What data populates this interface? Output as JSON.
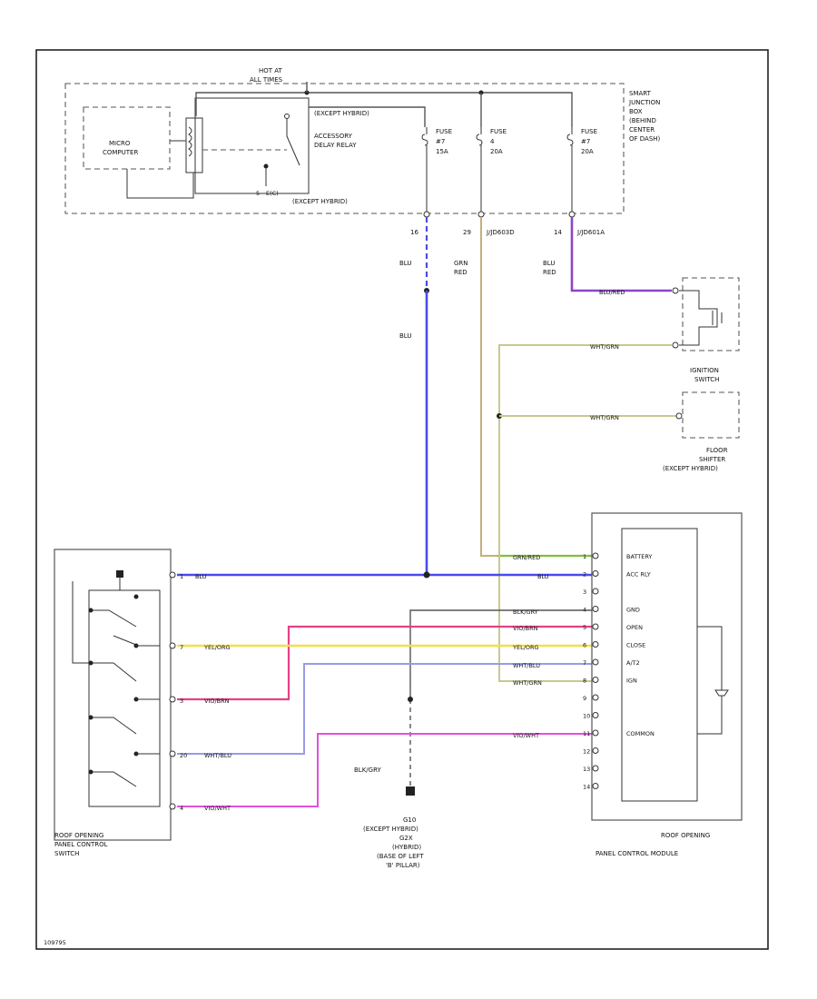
{
  "diagram_id": "109795",
  "junction_box": {
    "hot_label": "HOT AT",
    "hot_label_2": "ALL TIMES",
    "micro_computer": [
      "MICRO",
      "COMPUTER"
    ],
    "relay_label": [
      "ACCESSORY",
      "DELAY RELAY"
    ],
    "except_hybrid_top": "(EXCEPT HYBRID)",
    "except_hybrid_bottom": "(EXCEPT HYBRID)",
    "side_label": [
      "SMART",
      "JUNCTION",
      "BOX",
      "(BEHIND",
      "CENTER",
      "OF DASH)"
    ],
    "fuse_1": [
      "FUSE",
      "#7",
      "15A"
    ],
    "fuse_2": [
      "FUSE",
      "4",
      "20A"
    ],
    "fuse_3": [
      "FUSE",
      "#7",
      "20A"
    ],
    "pin_16": "16",
    "pin_29": "29",
    "pin_14": "14",
    "conn_1": "J/JD603D",
    "conn_2": "J/JD601A",
    "relay_pin_5": "5",
    "relay_pin_eq": "E(C)"
  },
  "wires": {
    "blu_1": "BLU",
    "blu_2": "BLU",
    "grn_red": [
      "GRN",
      "RED"
    ],
    "blu_red": [
      "BLU",
      "RED"
    ],
    "blu_red_2": "BLU/RED",
    "wht_grn_1": "WHT/GRN",
    "wht_grn_2": "WHT/GRN",
    "blk_gry": "BLK/GRY",
    "blk_gry_2": "BLK/GRY"
  },
  "ignition_switch": {
    "label": [
      "IGNITION",
      "SWITCH"
    ]
  },
  "floor_shifter": {
    "label": [
      "FLOOR",
      "SHIFTER",
      "(EXCEPT HYBRID)"
    ]
  },
  "ground": {
    "label": [
      "G10",
      "(EXCEPT HYBRID)",
      "G2X",
      "(HYBRID)",
      "(BASE OF LEFT",
      "'B' PILLAR)"
    ]
  },
  "switch_block": {
    "label": [
      "ROOF OPENING",
      "PANEL CONTROL",
      "SWITCH"
    ],
    "rows": [
      {
        "pin": "1",
        "color": "BLU"
      },
      {
        "pin": "7",
        "color": "YEL/ORG"
      },
      {
        "pin": "3",
        "color": "VIO/BRN"
      },
      {
        "pin": "20",
        "color": "WHT/BLU"
      },
      {
        "pin": "4",
        "color": "VIO/WHT"
      }
    ]
  },
  "module": {
    "label": [
      "ROOF OPENING",
      "PANEL CONTROL MODULE"
    ],
    "pins": [
      {
        "num": "1",
        "wire": "GRN/RED",
        "name": "BATTERY"
      },
      {
        "num": "2",
        "wire": "BLU",
        "name": "ACC RLY"
      },
      {
        "num": "3",
        "wire": "",
        "name": ""
      },
      {
        "num": "4",
        "wire": "BLK/GRY",
        "name": "GND"
      },
      {
        "num": "5",
        "wire": "VIO/BRN",
        "name": "OPEN"
      },
      {
        "num": "6",
        "wire": "YEL/ORG",
        "name": "CLOSE"
      },
      {
        "num": "7",
        "wire": "WHT/BLU",
        "name": "A/T2"
      },
      {
        "num": "8",
        "wire": "WHT/GRN",
        "name": "IGN"
      },
      {
        "num": "9",
        "wire": "",
        "name": ""
      },
      {
        "num": "10",
        "wire": "",
        "name": ""
      },
      {
        "num": "11",
        "wire": "VIO/WHT",
        "name": "COMMON"
      },
      {
        "num": "12",
        "wire": "",
        "name": ""
      },
      {
        "num": "13",
        "wire": "",
        "name": ""
      },
      {
        "num": "14",
        "wire": "",
        "name": ""
      }
    ]
  },
  "colors": {
    "blu": "#4a4aee",
    "tan": "#c4b07a",
    "green": "#7fbf3a",
    "purple": "#8a45c7",
    "pink": "#e5408a",
    "yellow": "#f0e04a",
    "lav": "#9a9ae8",
    "magenta": "#e050e0",
    "khaki": "#c8c890",
    "gray": "#555555"
  }
}
